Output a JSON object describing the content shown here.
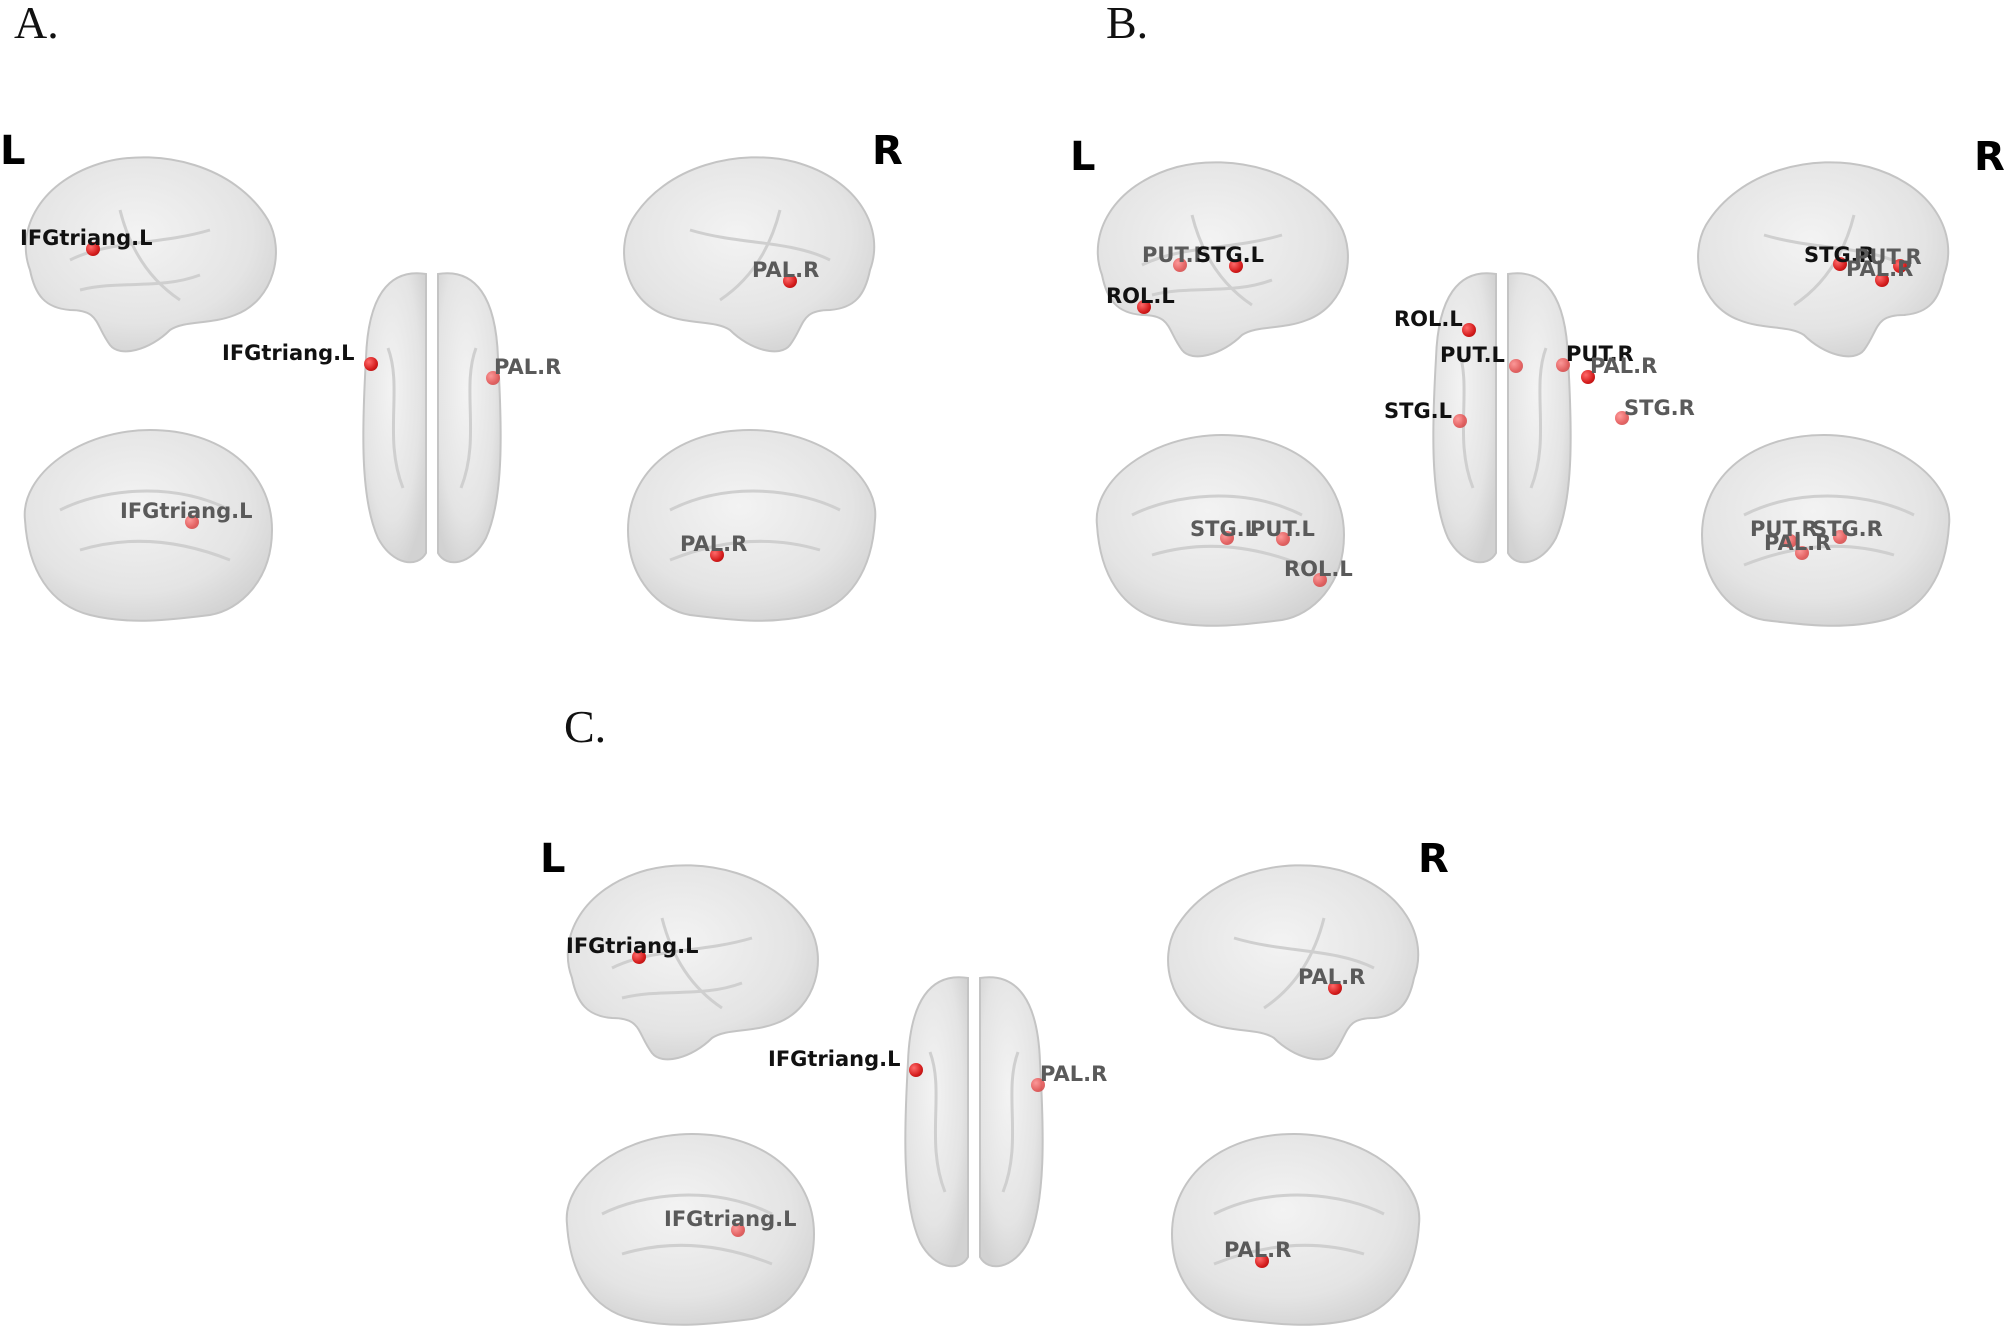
{
  "panels": [
    {
      "letter": "A.",
      "left_label": "L",
      "right_label": "R",
      "labels": {
        "left_lateral": [
          "IFGtriang.L"
        ],
        "left_medial": [
          "IFGtriang.L"
        ],
        "dorsal_left": [
          "IFGtriang.L"
        ],
        "dorsal_right": [
          "PAL.R"
        ],
        "right_lateral": [
          "PAL.R"
        ],
        "right_medial": [
          "PAL.R"
        ]
      }
    },
    {
      "letter": "B.",
      "left_label": "L",
      "right_label": "R",
      "labels": {
        "left_lateral": [
          "PUT.L",
          "STG.L",
          "ROL.L"
        ],
        "left_medial": [
          "STG.L",
          "PUT.L",
          "ROL.L"
        ],
        "dorsal_left": [
          "ROL.L",
          "PUT.L",
          "STG.L"
        ],
        "dorsal_right": [
          "PUT.R",
          "PAL.R",
          "STG.R"
        ],
        "right_lateral": [
          "STG.R",
          "PUT.R",
          "PAL.R"
        ],
        "right_medial": [
          "PUT.R",
          "STG.R",
          "PAL.R"
        ]
      }
    },
    {
      "letter": "C.",
      "left_label": "L",
      "right_label": "R",
      "labels": {
        "left_lateral": [
          "IFGtriang.L"
        ],
        "left_medial": [
          "IFGtriang.L"
        ],
        "dorsal_left": [
          "IFGtriang.L"
        ],
        "dorsal_right": [
          "PAL.R"
        ],
        "right_lateral": [
          "PAL.R"
        ],
        "right_medial": [
          "PAL.R"
        ]
      }
    }
  ],
  "colors": {
    "node": "#d41c1c",
    "brain_fill": "#e6e6e6",
    "brain_stroke": "#c4c4c4"
  }
}
